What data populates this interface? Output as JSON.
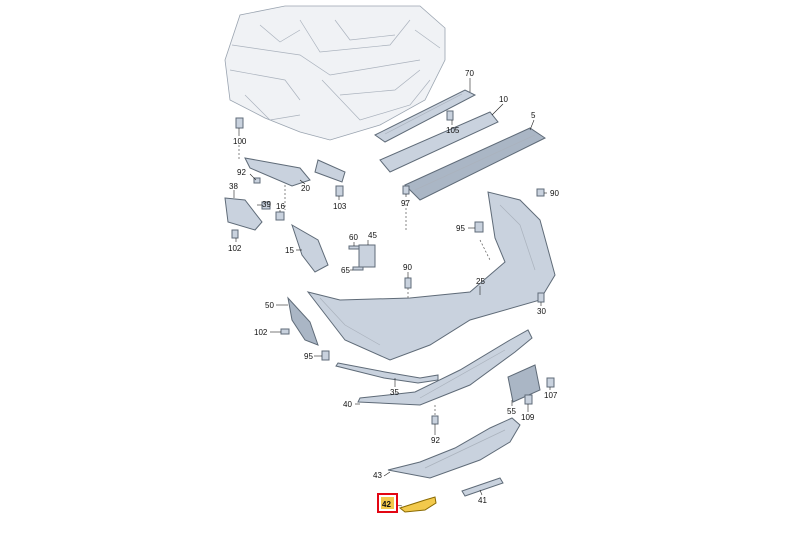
{
  "diagram": {
    "parts": [
      {
        "key": "70",
        "label": "70"
      },
      {
        "key": "10",
        "label": "10"
      },
      {
        "key": "5",
        "label": "5"
      },
      {
        "key": "105",
        "label": "105"
      },
      {
        "key": "100",
        "label": "100"
      },
      {
        "key": "92a",
        "label": "92"
      },
      {
        "key": "20",
        "label": "20"
      },
      {
        "key": "38",
        "label": "38"
      },
      {
        "key": "39",
        "label": "39"
      },
      {
        "key": "16",
        "label": "16"
      },
      {
        "key": "103",
        "label": "103"
      },
      {
        "key": "97",
        "label": "97"
      },
      {
        "key": "90a",
        "label": "90"
      },
      {
        "key": "95a",
        "label": "95"
      },
      {
        "key": "102a",
        "label": "102"
      },
      {
        "key": "15",
        "label": "15"
      },
      {
        "key": "60",
        "label": "60"
      },
      {
        "key": "45",
        "label": "45"
      },
      {
        "key": "65",
        "label": "65"
      },
      {
        "key": "90b",
        "label": "90"
      },
      {
        "key": "25",
        "label": "25"
      },
      {
        "key": "30",
        "label": "30"
      },
      {
        "key": "50",
        "label": "50"
      },
      {
        "key": "102b",
        "label": "102"
      },
      {
        "key": "95b",
        "label": "95"
      },
      {
        "key": "35",
        "label": "35"
      },
      {
        "key": "40",
        "label": "40"
      },
      {
        "key": "55",
        "label": "55"
      },
      {
        "key": "107",
        "label": "107"
      },
      {
        "key": "109",
        "label": "109"
      },
      {
        "key": "92b",
        "label": "92"
      },
      {
        "key": "43",
        "label": "43"
      },
      {
        "key": "41",
        "label": "41"
      },
      {
        "key": "42",
        "label": "42"
      }
    ],
    "highlight": {
      "label": "42",
      "color": "#e30613"
    },
    "colors": {
      "part_fill": "#c9d2de",
      "part_stroke": "#5f6b78",
      "highlight_part": "#f2c94c"
    }
  }
}
